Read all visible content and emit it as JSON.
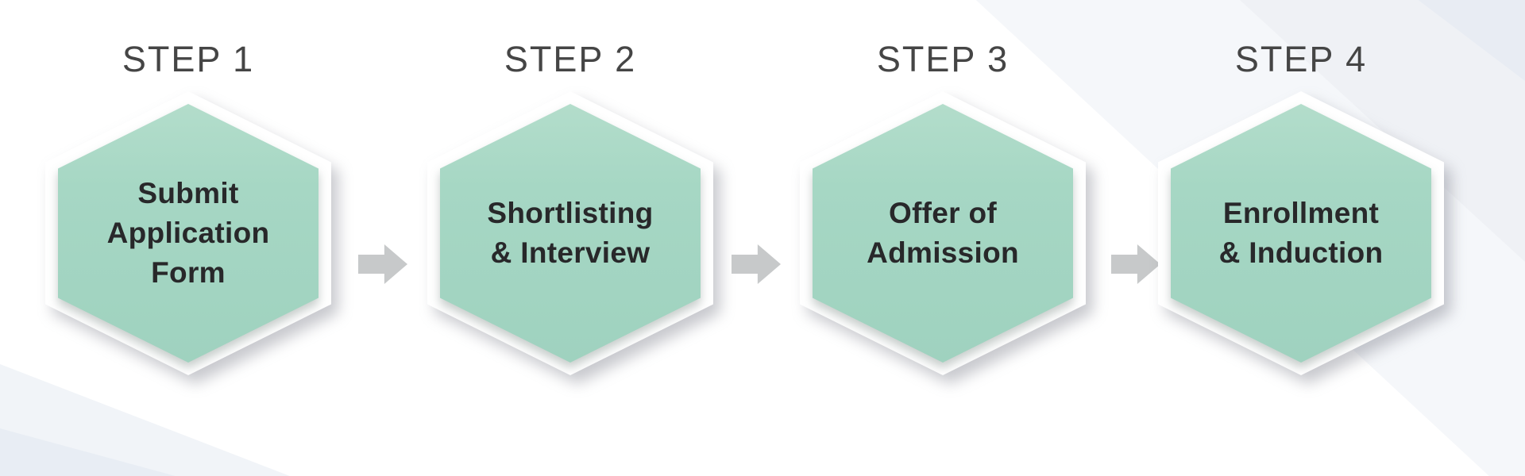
{
  "diagram": {
    "type": "process-steps",
    "direction": "left-to-right",
    "step_count": 4
  },
  "theme": {
    "background": "#ffffff",
    "hex_fill": "#a6d7c4",
    "hex_fill_light": "#b3ddcb",
    "hex_fill_dark": "#9fd2bf",
    "hex_border": "#ffffff",
    "arrow_color": "#c7c9ca",
    "step_label_color": "#454545",
    "hex_text_color": "#28282a"
  },
  "steps": [
    {
      "step_label": "STEP 1",
      "title": "Submit\nApplication\nForm"
    },
    {
      "step_label": "STEP 2",
      "title": "Shortlisting\n& Interview"
    },
    {
      "step_label": "STEP 3",
      "title": "Offer of\nAdmission"
    },
    {
      "step_label": "STEP 4",
      "title": "Enrollment\n& Induction"
    }
  ],
  "arrows": [
    {
      "icon": "arrow-right-icon"
    },
    {
      "icon": "arrow-right-icon"
    },
    {
      "icon": "arrow-right-icon"
    }
  ]
}
